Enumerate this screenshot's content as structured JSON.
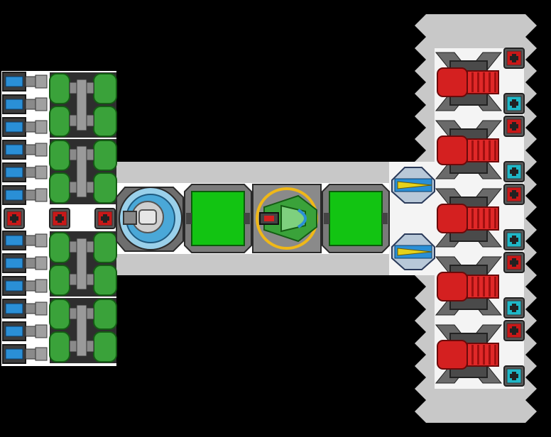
{
  "scene": {
    "background": "#000000",
    "hull_color": "#c8c8c8",
    "floor_color": "#ffffff"
  },
  "palette": {
    "battery_blue": "#2a8fd6",
    "tank_green": "#3aa23a",
    "screen_green": "#12c412",
    "thruster_red": "#d42020",
    "plate_red": "#c81818",
    "plate_cyan": "#1fb8c8",
    "turret_yellow": "#e6d21c",
    "ring_orange": "#f0b818"
  },
  "left_bank": {
    "upper_rows": 6,
    "lower_rows": 6,
    "connector_icons": [
      "red-plate-icon",
      "red-plate-icon",
      "red-plate-icon"
    ]
  },
  "corridor": {
    "modules": [
      "reactor-dome-icon",
      "green-screen-panel",
      "command-pod-icon",
      "green-screen-panel"
    ]
  },
  "right_wing": {
    "thruster_count": 5,
    "side_plates": [
      "red",
      "cyan",
      "red",
      "cyan",
      "red",
      "cyan",
      "red",
      "cyan",
      "red",
      "cyan"
    ],
    "turret_count": 2
  }
}
